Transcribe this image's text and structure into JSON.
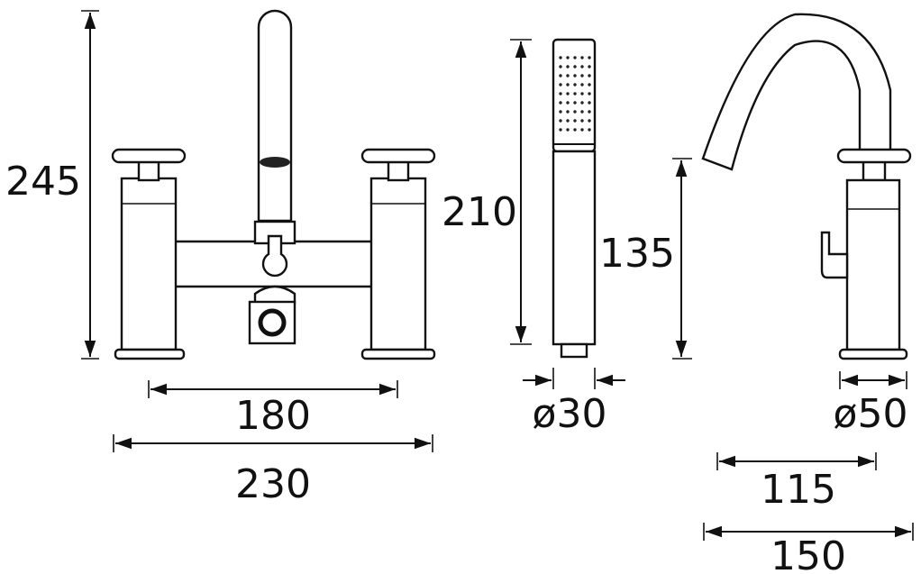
{
  "dimensions": {
    "overall_height": "245",
    "centres": "180",
    "overall_width": "230",
    "handset_length": "210",
    "handset_diameter": "ø30",
    "basin_height": "135",
    "basin_diameter": "ø50",
    "spout_reach": "115",
    "basin_width": "150"
  }
}
